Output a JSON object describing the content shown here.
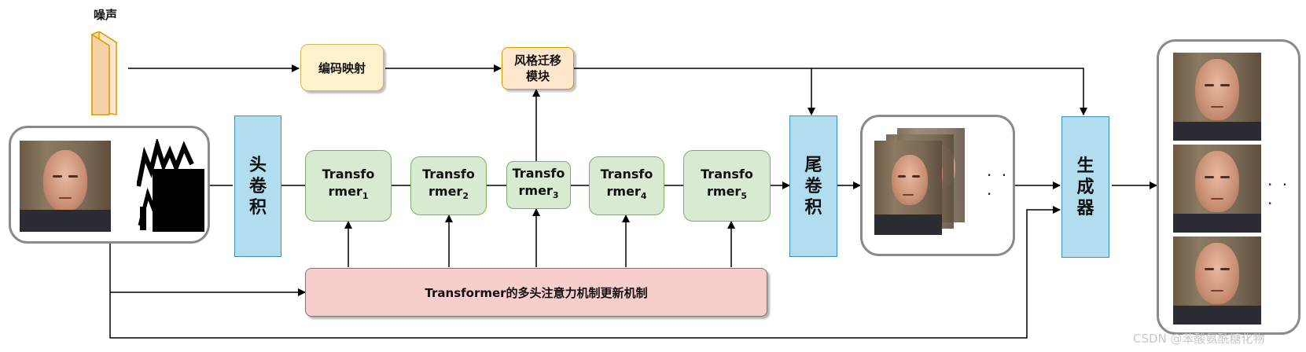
{
  "noise": {
    "label": "噪声"
  },
  "encoder": {
    "label": "编码映射"
  },
  "style_transfer": {
    "line1": "风格迁移",
    "line2": "模块"
  },
  "head_conv": {
    "chars": [
      "头",
      "卷",
      "积"
    ]
  },
  "tail_conv": {
    "chars": [
      "尾",
      "卷",
      "积"
    ]
  },
  "generator": {
    "chars": [
      "生",
      "成",
      "器"
    ]
  },
  "transformers": [
    {
      "line1": "Transfo",
      "line2": "rmer",
      "sub": "1"
    },
    {
      "line1": "Transfo",
      "line2": "rmer",
      "sub": "2"
    },
    {
      "line1": "Transfo",
      "line2": "rmer",
      "sub": "3"
    },
    {
      "line1": "Transfo",
      "line2": "rmer",
      "sub": "4"
    },
    {
      "line1": "Transfo",
      "line2": "rmer",
      "sub": "5"
    }
  ],
  "attention_bar": {
    "label": "Transformer的多头注意力机制更新机制"
  },
  "ellipsis": {
    "stack": "·  ·  ·",
    "output": "· · ·"
  },
  "watermark": {
    "text": "CSDN @苯酸氨酰糖化物"
  },
  "colors": {
    "blue_block": "#b2ddee",
    "green_block": "#d9ead3",
    "yellow_block": "#fff2cc",
    "orange_block": "#ffe6cc",
    "pink_block": "#f8cecc"
  },
  "icons": {
    "noise": "noise-cuboid-icon",
    "input_face": "face-photo-icon",
    "mask": "mask-icon",
    "stack": "stacked-faces-icon",
    "outputs": "face-photo-icon"
  }
}
